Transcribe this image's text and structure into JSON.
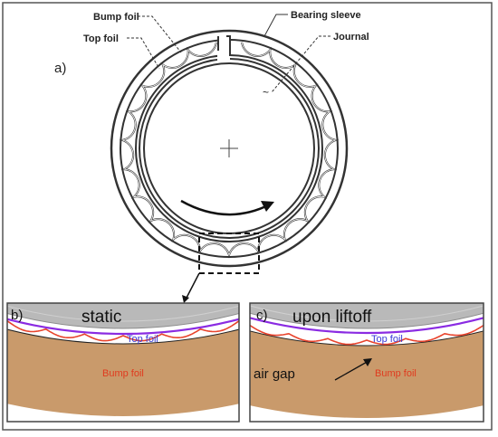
{
  "labels": {
    "bump_foil": "Bump foil",
    "top_foil": "Top foil",
    "bearing_sleeve": "Bearing sleeve",
    "journal": "Journal",
    "journal_marker": "~",
    "panel_a": "a)",
    "panel_b": "b)",
    "panel_c": "c)",
    "static": "static",
    "upon_liftoff": "upon liftoff",
    "top_foil_b": "Top foil",
    "bump_foil_b": "Bump foil",
    "top_foil_c": "Top foil",
    "bump_foil_c": "Bump foil",
    "air_gap": "air gap"
  },
  "colors": {
    "sleeve_gray": "#b9b9b9",
    "journal_tan": "#c99a6b",
    "top_foil_line": "#8a2be2",
    "bump_foil_line": "#e8432c",
    "top_foil_text": "#3a3ad6",
    "bump_foil_text": "#e03a1e"
  }
}
